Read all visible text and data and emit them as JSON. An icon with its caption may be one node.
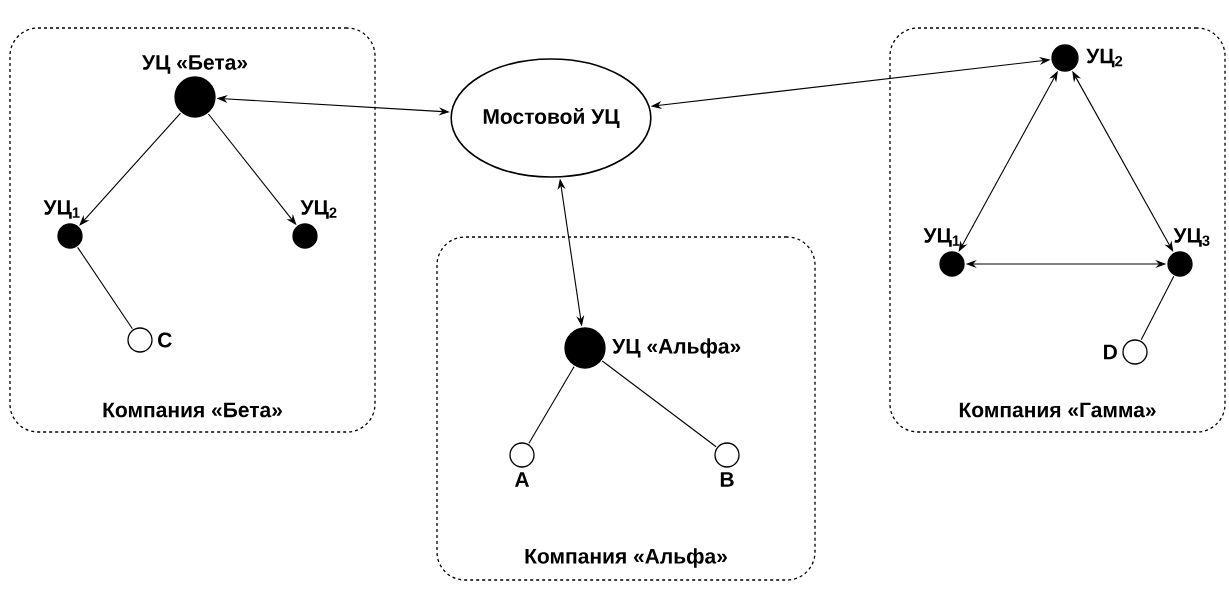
{
  "diagram": {
    "nodes": [
      {
        "text": [
          "Компания «Бета»"
        ]
      },
      {
        "text": [
          "УЦ «Бета»"
        ],
        "in": 0
      },
      {
        "text": [
          "УЦ$_{1}$"
        ],
        "in": 0
      },
      {
        "text": [
          "УЦ$_{2}$"
        ],
        "in": 0
      },
      {
        "text": [
          "C"
        ],
        "in": 0
      },
      {
        "text": [
          "Мостовой УЦ"
        ]
      },
      {
        "text": [
          "Компания «Альфа»"
        ]
      },
      {
        "text": [
          "УЦ «Альфа»"
        ],
        "in": 6
      },
      {
        "text": [
          "A"
        ],
        "in": 6
      },
      {
        "text": [
          "B"
        ],
        "in": 6
      },
      {
        "text": [
          "Компания «Гамма»"
        ]
      },
      {
        "text": [
          "УЦ$_{2}$"
        ],
        "in": 10
      },
      {
        "text": [
          "УЦ$_{1}$"
        ],
        "in": 10
      },
      {
        "text": [
          "УЦ$_{3}$"
        ],
        "in": 10
      },
      {
        "text": [
          "D"
        ],
        "in": 10
      }
    ],
    "edges": [
      {
        "from": 1,
        "to": 2,
        "arrow": "to"
      },
      {
        "from": 1,
        "to": 3,
        "arrow": "to"
      },
      {
        "from": 2,
        "to": 4,
        "arrow": "none"
      },
      {
        "from": 5,
        "to": 1,
        "arrow": "both"
      },
      {
        "from": 5,
        "to": 11,
        "arrow": "both"
      },
      {
        "from": 5,
        "to": 7,
        "arrow": "both"
      },
      {
        "from": 7,
        "to": 8,
        "arrow": "none"
      },
      {
        "from": 7,
        "to": 9,
        "arrow": "none"
      },
      {
        "from": 11,
        "to": 12,
        "arrow": "both"
      },
      {
        "from": 11,
        "to": 13,
        "arrow": "both"
      },
      {
        "from": 12,
        "to": 13,
        "arrow": "both"
      },
      {
        "from": 13,
        "to": 14,
        "arrow": "none"
      }
    ]
  }
}
